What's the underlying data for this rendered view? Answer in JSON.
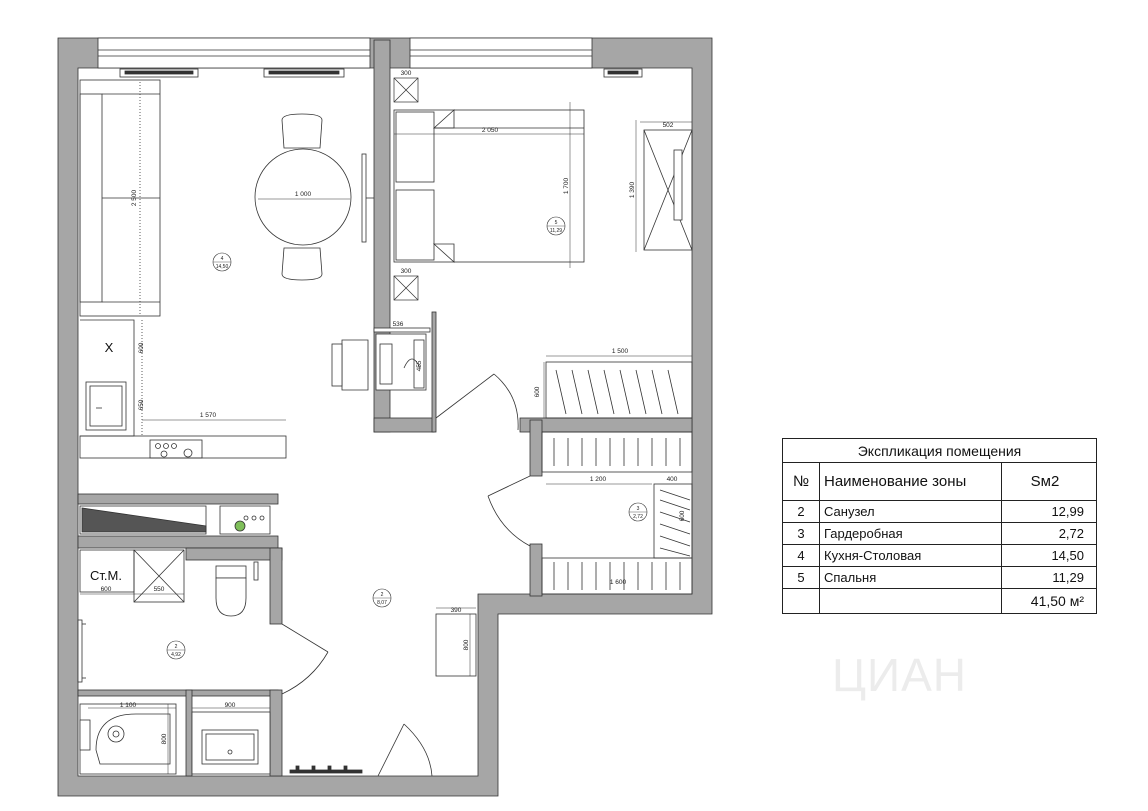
{
  "plan": {
    "room_label_wc": "Ст.М.",
    "sink_symbol": "X",
    "dims": {
      "sofa": "2 500",
      "table": "1 000",
      "bed_w": "2 050",
      "bed_h": "1 700",
      "wardrobe_w": "502",
      "wardrobe_h": "1 390",
      "nightstand_top": "300",
      "nightstand_bottom": "300",
      "desk": "536",
      "desk_h": "455",
      "kitchen_600": "600",
      "kitchen_650": "650",
      "kitchen_len": "1 570",
      "closet_bedroom_w": "1 500",
      "closet_bedroom_h": "600",
      "dressing_w": "1 200",
      "dressing_400": "400",
      "dressing_shelf": "600",
      "dressing_bottom": "1 600",
      "wc_600": "600",
      "wc_550": "550",
      "bath_w": "1 100",
      "bath_h": "800",
      "vanity_w": "900",
      "hall_closet_w": "390",
      "hall_closet_h": "800"
    },
    "tags": {
      "kitchen": {
        "num": "4",
        "area": "14,50"
      },
      "bedroom": {
        "num": "5",
        "area": "11,29"
      },
      "dressing": {
        "num": "3",
        "area": "2,72"
      },
      "hall": {
        "num": "2",
        "area": "8,07"
      },
      "bath": {
        "num": "2",
        "area": "4,92"
      }
    }
  },
  "legend": {
    "title": "Экспликация помещения",
    "headers": [
      "№",
      "Наименование зоны",
      "Sм2"
    ],
    "rows": [
      {
        "num": "2",
        "name": "Санузел",
        "area": "12,99"
      },
      {
        "num": "3",
        "name": "Гардеробная",
        "area": "2,72"
      },
      {
        "num": "4",
        "name": "Кухня-Столовая",
        "area": "14,50"
      },
      {
        "num": "5",
        "name": "Спальня",
        "area": "11,29"
      }
    ],
    "total": "41,50 м²"
  },
  "watermark": "ЦИАН",
  "colors": {
    "wall": "#a6a6a6",
    "line": "#222222",
    "floor": "#ffffff",
    "shade": "#6e6e6e"
  }
}
